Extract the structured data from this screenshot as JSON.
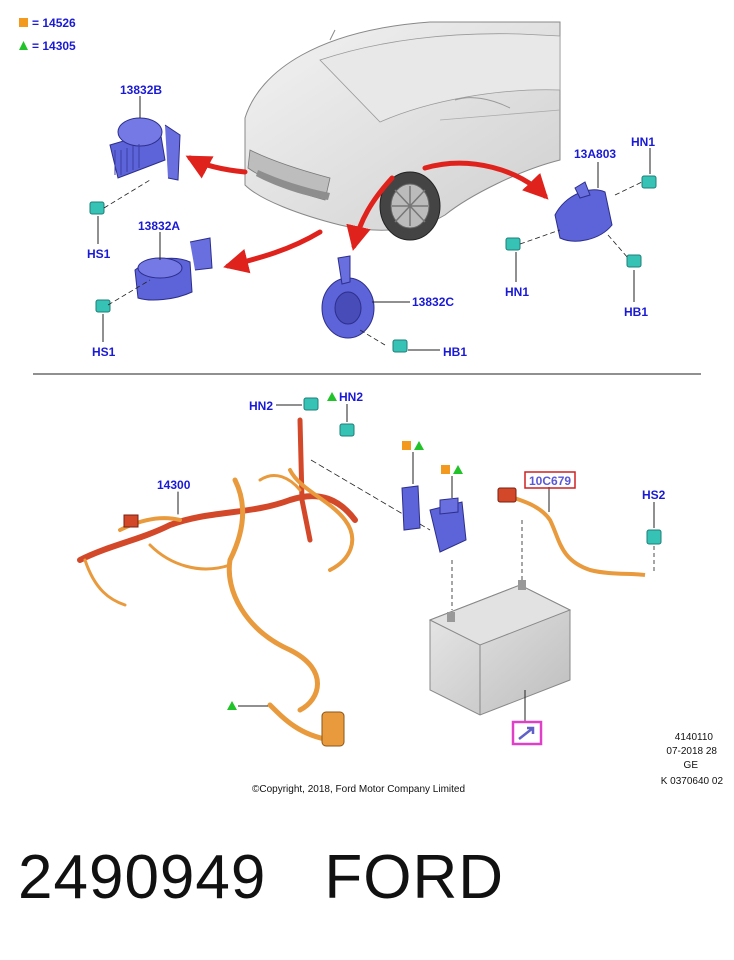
{
  "legend": {
    "items": [
      {
        "marker": "orange-square",
        "color": "#f39a1e",
        "text": "= 14526"
      },
      {
        "marker": "green-triangle",
        "color": "#22c22a",
        "text": "= 14305"
      }
    ]
  },
  "parts": {
    "horn_high": "13832B",
    "horn_low": "13832A",
    "horn_center": "13832C",
    "horn_right": "13A803",
    "harness": "14300",
    "battery_cable": "10C679",
    "hs1_a": "HS1",
    "hs1_b": "HS1",
    "hb1_center": "HB1",
    "hb1_right": "HB1",
    "hn1_top": "HN1",
    "hn1_left": "HN1",
    "hn2_a": "HN2",
    "hn2_b": "HN2",
    "hs2": "HS2"
  },
  "meta": {
    "line1": "4140110",
    "line2": "07-2018 28",
    "line3": "GE",
    "line4": "K 0370640 02"
  },
  "copyright": "©Copyright, 2018, Ford Motor Company Limited",
  "footer": {
    "part_number": "2490949",
    "brand": "FORD"
  },
  "colors": {
    "label_blue": "#1a1ad6",
    "arrow_red": "#e0221c",
    "part_blue": "#5d63d8",
    "fastener_teal": "#37c2b6",
    "harness_orange": "#e89a3c",
    "harness_red": "#d4482a",
    "highlight_magenta": "#e040c8",
    "callout_red_box": "#d02020"
  }
}
